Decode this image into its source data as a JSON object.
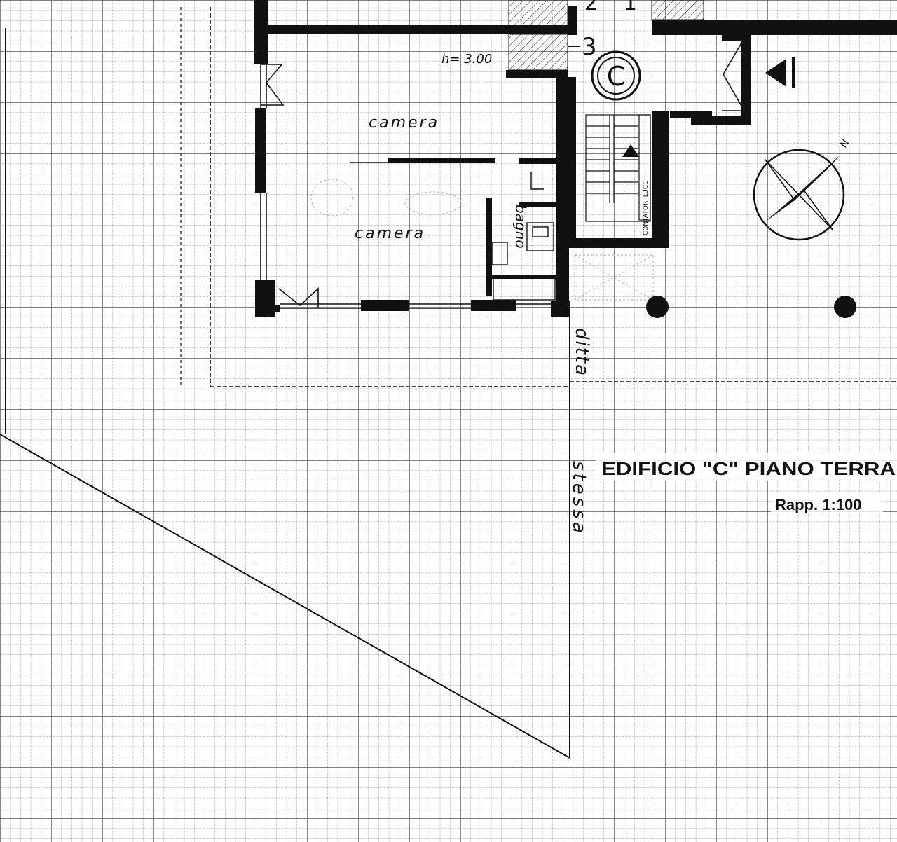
{
  "labels": {
    "room_upper": "camera",
    "room_lower": "camera",
    "bath": "bagno",
    "height": "h= 3.00",
    "stair_letter": "C",
    "meters": "CONTATORI LUCE",
    "north": "N",
    "stair_numbers": [
      "2",
      "1",
      "3"
    ],
    "side_top": "ditta",
    "side_bottom": "stessa",
    "title": "EDIFICIO \"C\" PIANO TERRA",
    "scale": "Rapp. 1:100"
  },
  "colors": {
    "ink": "#111111",
    "paper": "#ffffff",
    "grid": "#8a8a8a"
  },
  "icons": {
    "compass": "north-arrow-icon",
    "entrance": "entrance-arrow-icon"
  }
}
